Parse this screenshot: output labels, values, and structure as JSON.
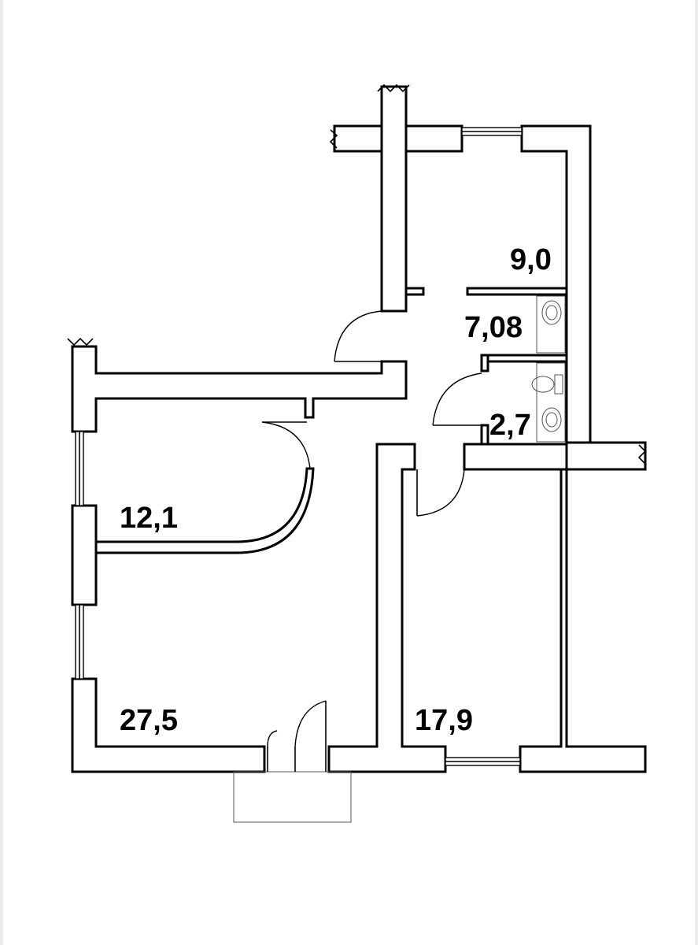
{
  "rooms": [
    {
      "id": "room-9-0",
      "label": "9,0"
    },
    {
      "id": "room-7-08",
      "label": "7,08"
    },
    {
      "id": "room-2-7",
      "label": "2,7"
    },
    {
      "id": "room-12-1",
      "label": "12,1"
    },
    {
      "id": "room-27-5",
      "label": "27,5"
    },
    {
      "id": "room-17-9",
      "label": "17,9"
    }
  ],
  "fixtures": [
    "washbasin-icon",
    "toilet-icon",
    "washbasin-icon"
  ],
  "colors": {
    "walls": "#000000",
    "background": "#ffffff"
  }
}
